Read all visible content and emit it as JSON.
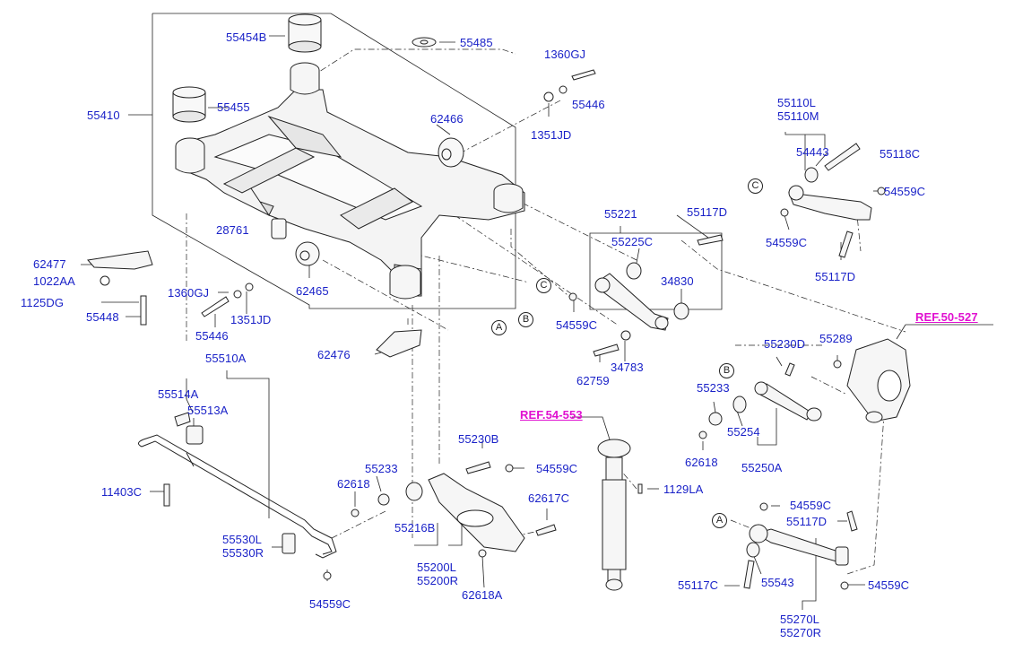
{
  "colors": {
    "label": "#1a22c8",
    "reference": "#e010d0",
    "line": "#222222",
    "part_fill": "#f4f4f4"
  },
  "labels": {
    "l55454B": "55454B",
    "l55485": "55485",
    "l1360GJ_a": "1360GJ",
    "l55446_a": "55446",
    "l55410": "55410",
    "l55455": "55455",
    "l62466": "62466",
    "l1351JD_a": "1351JD",
    "l55110L": "55110L",
    "l55110M": "55110M",
    "l54443": "54443",
    "l55118C": "55118C",
    "l54559C_a": "54559C",
    "l54559C_b": "54559C",
    "l55117D_a": "55117D",
    "l55221": "55221",
    "l55117D_b": "55117D",
    "l55225C": "55225C",
    "l34830": "34830",
    "l54559C_c": "54559C",
    "l28761": "28761",
    "l62477": "62477",
    "l1022AA": "1022AA",
    "l1125DG": "1125DG",
    "l55448": "55448",
    "l1360GJ_b": "1360GJ",
    "l62465": "62465",
    "l1351JD_b": "1351JD",
    "l55446_b": "55446",
    "l62476": "62476",
    "l62759": "62759",
    "l34783": "34783",
    "ref50527": "REF.50-527",
    "l55230D": "55230D",
    "l55289": "55289",
    "l55233_a": "55233",
    "l62618_a": "62618",
    "l55254": "55254",
    "l55250A": "55250A",
    "l55510A": "55510A",
    "l55514A": "55514A",
    "l55513A": "55513A",
    "ref54553": "REF.54-553",
    "l55230B": "55230B",
    "l54559C_d": "54559C",
    "l1129LA": "1129LA",
    "l11403C": "11403C",
    "l55233_b": "55233",
    "l62618_b": "62618",
    "l62617C": "62617C",
    "l55216B": "55216B",
    "l55530L": "55530L",
    "l55530R": "55530R",
    "l55200L": "55200L",
    "l55200R": "55200R",
    "l62618A": "62618A",
    "l54559C_e": "54559C",
    "l54559C_f": "54559C",
    "l55117D_c": "55117D",
    "l55117C": "55117C",
    "l55543": "55543",
    "l54559C_g": "54559C",
    "l55270L": "55270L",
    "l55270R": "55270R"
  },
  "connectors": {
    "a1": "A",
    "b1": "B",
    "c1": "C",
    "c2": "C",
    "b2": "B",
    "a2": "A"
  }
}
